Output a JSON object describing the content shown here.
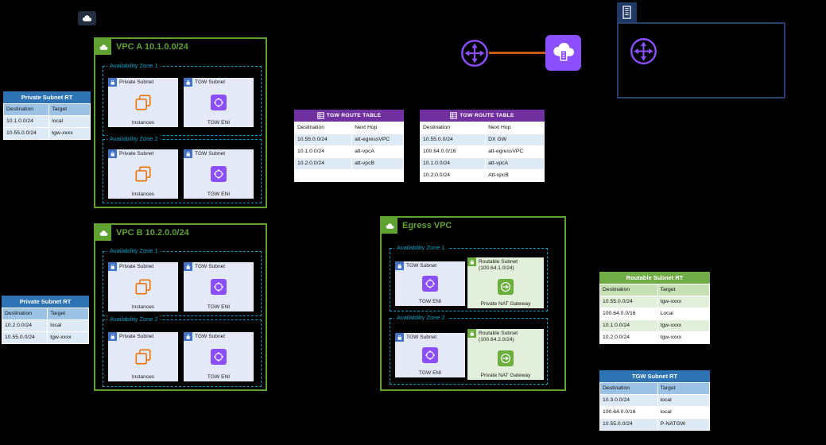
{
  "aws_cloud": {
    "name": "AWS Cloud"
  },
  "vpc_a": {
    "title": "VPC A 10.1.0.0/24",
    "az1": {
      "label": "Availability Zone 1",
      "private_subnet": {
        "title": "Private Subnet",
        "resource": "Instances"
      },
      "tgw_subnet": {
        "title": "TGW Subnet",
        "resource": "TGW ENI"
      }
    },
    "az2": {
      "label": "Availability Zone 2",
      "private_subnet": {
        "title": "Private Subnet",
        "resource": "Instances"
      },
      "tgw_subnet": {
        "title": "TGW Subnet",
        "resource": "TGW ENI"
      }
    }
  },
  "vpc_b": {
    "title": "VPC B 10.2.0.0/24",
    "az1": {
      "label": "Availability Zone 1",
      "private_subnet": {
        "title": "Private Subnet",
        "resource": "Instances"
      },
      "tgw_subnet": {
        "title": "TGW Subnet",
        "resource": "TGW ENI"
      }
    },
    "az2": {
      "label": "Availability Zone 2",
      "private_subnet": {
        "title": "Private Subnet",
        "resource": "Instances"
      },
      "tgw_subnet": {
        "title": "TGW Subnet",
        "resource": "TGW ENI"
      }
    }
  },
  "egress_vpc": {
    "title": "Egress VPC",
    "az1": {
      "label": "Availability Zone 1",
      "tgw_subnet": {
        "title": "TGW Subnet",
        "resource": "TGW ENI"
      },
      "routable_subnet": {
        "title": "Routable Subnet",
        "cidr": "(100.64.1.0/24)",
        "resource": "Private NAT Gateway"
      }
    },
    "az2": {
      "label": "Availability Zone 2",
      "tgw_subnet": {
        "title": "TGW Subnet",
        "resource": "TGW ENI"
      },
      "routable_subnet": {
        "title": "Routable Subnet",
        "cidr": "(100.64.2.0/24)",
        "resource": "Private NAT Gateway"
      }
    }
  },
  "tables": {
    "private_rt_a": {
      "title": "Private Subnet RT",
      "headers": [
        "Destination",
        "Target"
      ],
      "rows": [
        [
          "10.1.0.0/24",
          "local"
        ],
        [
          "10.55.0.0/24",
          "tgw-xxxx"
        ]
      ]
    },
    "private_rt_b": {
      "title": "Private Subnet RT",
      "headers": [
        "Destination",
        "Target"
      ],
      "rows": [
        [
          "10.2.0.0/24",
          "local"
        ],
        [
          "10.55.0.0/24",
          "tgw-xxxx"
        ]
      ]
    },
    "tgw_rt_1": {
      "title": "TGW ROUTE TABLE",
      "headers": [
        "Destination",
        "Next Hop"
      ],
      "rows": [
        [
          "10.55.0.0/24",
          "att-egressVPC"
        ],
        [
          "10.1.0.0/24",
          "att-vpcA"
        ],
        [
          "10.2.0.0/24",
          "att-vpcB"
        ],
        [
          "",
          ""
        ]
      ]
    },
    "tgw_rt_2": {
      "title": "TGW ROUTE TABLE",
      "headers": [
        "Destination",
        "Next Hop"
      ],
      "rows": [
        [
          "10.55.0.0/24",
          "DX GW"
        ],
        [
          "100.64.0.0/16",
          "att-egressVPC"
        ],
        [
          "10.1.0.0/24",
          "att-vpcA"
        ],
        [
          "10.2.0.0/24",
          "Att-vpcB"
        ]
      ]
    },
    "routable_rt": {
      "title": "Routable Subnet RT",
      "headers": [
        "Destination",
        "Target"
      ],
      "rows": [
        [
          "10.55.0.0/24",
          "tgw-xxxx"
        ],
        [
          "100.64.0.0/16",
          "Local"
        ],
        [
          "10.1.0.0/24",
          "tgw-xxxx"
        ],
        [
          "10.2.0.0/24",
          "tgw-xxxx"
        ]
      ]
    },
    "tgw_subnet_rt": {
      "title": "TGW Subnet RT",
      "headers": [
        "Destination",
        "Target"
      ],
      "rows": [
        [
          "10.3.0.0/24",
          "local"
        ],
        [
          "100.64.0.0/16",
          "local"
        ],
        [
          "10.55.0.0/24",
          "P-NATGW"
        ]
      ]
    }
  },
  "colors": {
    "vpc_border": "#5FA231",
    "az_border": "#00A1C9",
    "tgw_purple": "#8C4FFF",
    "connection_orange": "#C55A11",
    "table_blue_header": "#2E74B5",
    "table_purple_header": "#7030A0",
    "table_green_header": "#70AD47"
  }
}
